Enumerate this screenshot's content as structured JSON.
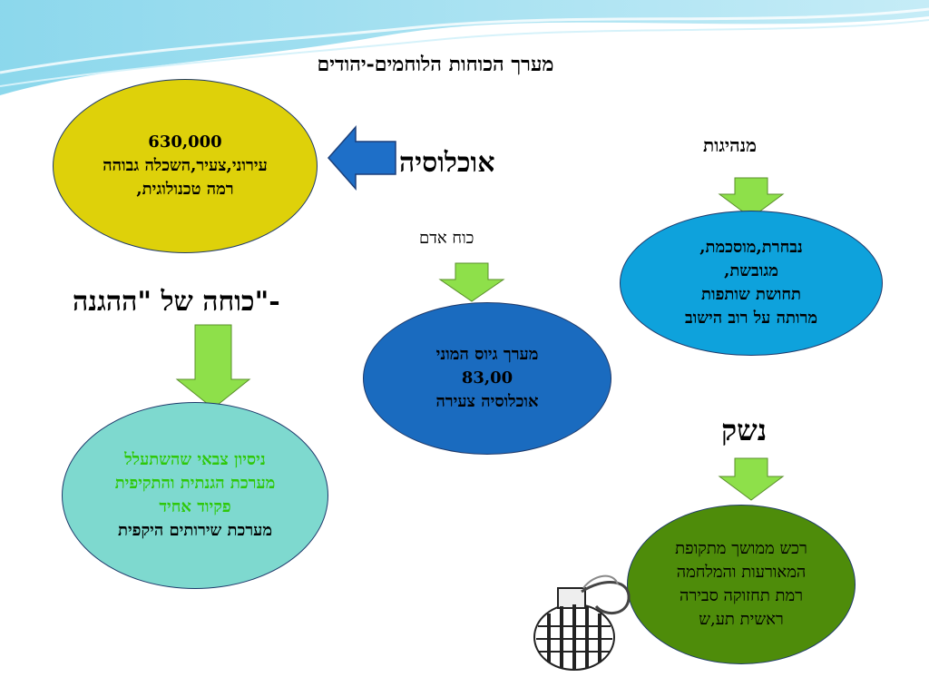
{
  "title": "מערך הכוחות הלוחמים-יהודים",
  "population": {
    "label": "אוכלוסיה",
    "lines": [
      "630,000",
      "עירוני,צעיר,השכלה גבוהה",
      "רמה טכנולוגית,"
    ]
  },
  "leadership": {
    "label": "מנהיגות",
    "lines": [
      "נבחרת,מוסכמת,",
      "מגובשת,",
      "תחושת שותפות",
      "מרותה על רוב הישוב"
    ]
  },
  "manpower": {
    "label": "כוח אדם",
    "lines": [
      "מערך גיוס המוני",
      "83,00",
      "אוכלוסיה צעירה"
    ]
  },
  "haganah": {
    "label": "-\"כוחה של \"ההגנה",
    "green_lines": [
      "ניסיון צבאי שהשתעלל",
      "מערכת הגנתית והתקיפית",
      "פקיוד אחיד"
    ],
    "black_lines": [
      "מערכת שירותים היקפית"
    ]
  },
  "weapons": {
    "label": "נשק",
    "lines": [
      "רכש ממושך מתקופת",
      "המאורעות והמלחמה",
      "רמת תחזוקה סבירה",
      "ראשית תע,ש"
    ]
  },
  "colors": {
    "population_fill": "#ded10a",
    "leadership_fill": "#0ea2dc",
    "manpower_fill": "#1a6bbf",
    "haganah_fill": "#7ed9cf",
    "weapons_fill": "#4e8c0a",
    "arrow_green": "#8ee04a",
    "arrow_blue": "#1e6fc8"
  }
}
